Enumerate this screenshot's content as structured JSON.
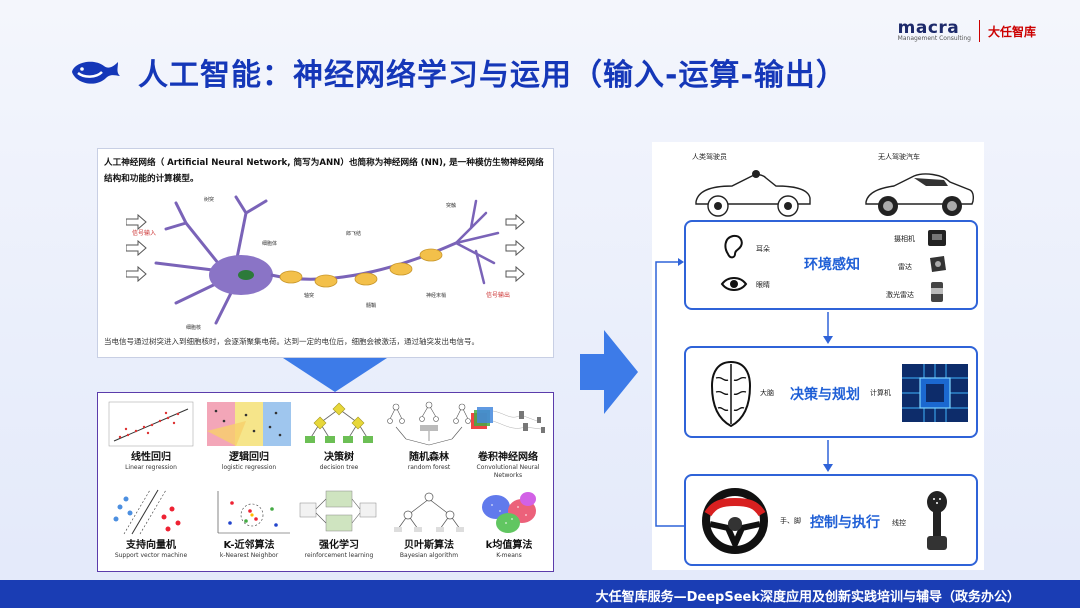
{
  "brand": {
    "logo": "macra",
    "subtitle": "Management Consulting",
    "name_cn": "大任智库"
  },
  "title": "人工智能：神经网络学习与运用（输入-运算-输出）",
  "neuron_panel": {
    "intro": "人工神经网络（ Artificial Neural Network, 简写为ANN）也简称为神经网络 (NN), 是一种模仿生物神经网络结构和功能的计算模型。",
    "input_label": "信号输入",
    "output_label": "信号输出",
    "parts": [
      "树突",
      "细胞体",
      "细胞核",
      "轴突",
      "髓鞘",
      "郎飞结",
      "突触",
      "神经末梢"
    ],
    "caption": "当电信号通过树突进入到细胞核时，会逐渐聚集电荷。达到一定的电位后，细胞会被激活，通过轴突发出电信号。"
  },
  "models": [
    {
      "name": "线性回归",
      "sub": "Linear regression"
    },
    {
      "name": "逻辑回归",
      "sub": "logistic regression"
    },
    {
      "name": "决策树",
      "sub": "decision tree"
    },
    {
      "name": "随机森林",
      "sub": "random forest"
    },
    {
      "name": "卷积神经网络",
      "sub": "Convolutional Neural Networks"
    },
    {
      "name": "支持向量机",
      "sub": "Support vector machine"
    },
    {
      "name": "K-近邻算法",
      "sub": "k-Nearest Neighbor"
    },
    {
      "name": "强化学习",
      "sub": "reinforcement learning"
    },
    {
      "name": "贝叶斯算法",
      "sub": "Bayesian algorithm"
    },
    {
      "name": "k均值算法",
      "sub": "K-means"
    }
  ],
  "driving": {
    "human_driver": "人类驾驶员",
    "autonomous_car": "无人驾驶汽车",
    "perception": {
      "title": "环境感知",
      "ear": "耳朵",
      "eye": "眼睛",
      "camera": "摄相机",
      "radar": "雷达",
      "lidar": "激光雷达"
    },
    "decision": {
      "title": "决策与规划",
      "brain": "大脑",
      "computer": "计算机"
    },
    "control": {
      "title": "控制与执行",
      "limbs": "手、脚",
      "wire": "线控"
    }
  },
  "footer": "大任智库服务—DeepSeek深度应用及创新实践培训与辅导（政务办公）",
  "colors": {
    "title": "#1537b8",
    "accent": "#2f63d8",
    "footer": "#1a3db4",
    "arrow": "#3d7be8"
  }
}
